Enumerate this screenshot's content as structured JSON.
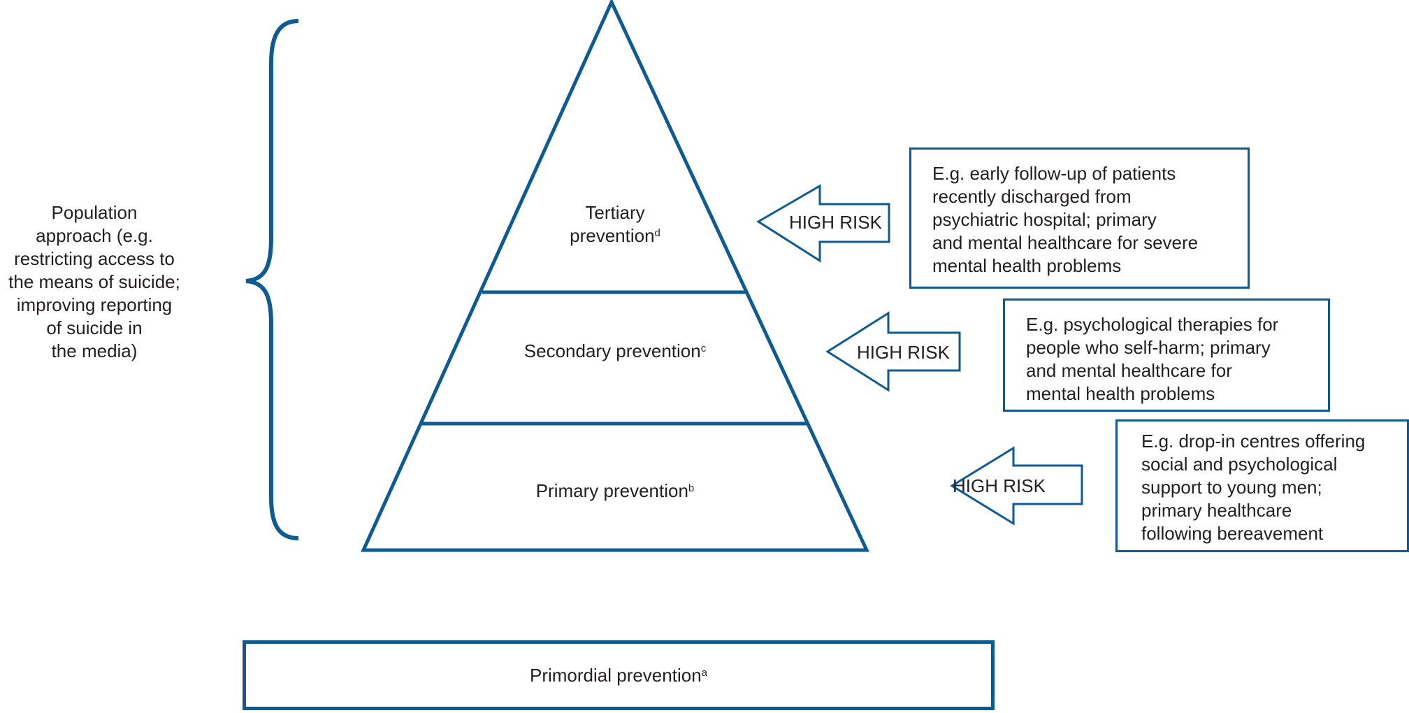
{
  "colors": {
    "stroke": "#0e5a93",
    "text": "#231f20",
    "background": "#ffffff"
  },
  "population_approach": {
    "lines": [
      "Population",
      "approach (e.g.",
      "restricting access to",
      "the means of suicide;",
      "improving reporting",
      "of suicide in",
      "the media)"
    ]
  },
  "pyramid": {
    "tiers": [
      {
        "id": "tertiary",
        "label_lines": [
          "Tertiary",
          "prevention"
        ],
        "superscript": "d"
      },
      {
        "id": "secondary",
        "label": "Secondary prevention",
        "superscript": "c"
      },
      {
        "id": "primary",
        "label": "Primary prevention",
        "superscript": "b"
      }
    ]
  },
  "arrows": [
    {
      "label": "HIGH RISK",
      "target": "tertiary"
    },
    {
      "label": "HIGH RISK",
      "target": "secondary"
    },
    {
      "label": "HIGH RISK",
      "target": "primary"
    }
  ],
  "examples": [
    {
      "target": "tertiary",
      "lines": [
        "E.g. early follow-up of patients",
        "recently discharged from",
        "psychiatric hospital; primary",
        "and mental healthcare for severe",
        "mental health problems"
      ]
    },
    {
      "target": "secondary",
      "lines": [
        "E.g. psychological therapies for",
        "people who self-harm; primary",
        "and mental healthcare for",
        "mental health problems"
      ]
    },
    {
      "target": "primary",
      "lines": [
        "E.g. drop-in centres offering",
        "social and psychological",
        "support to young men;",
        "primary healthcare",
        "following bereavement"
      ]
    }
  ],
  "primordial": {
    "label": "Primordial prevention",
    "superscript": "a"
  }
}
